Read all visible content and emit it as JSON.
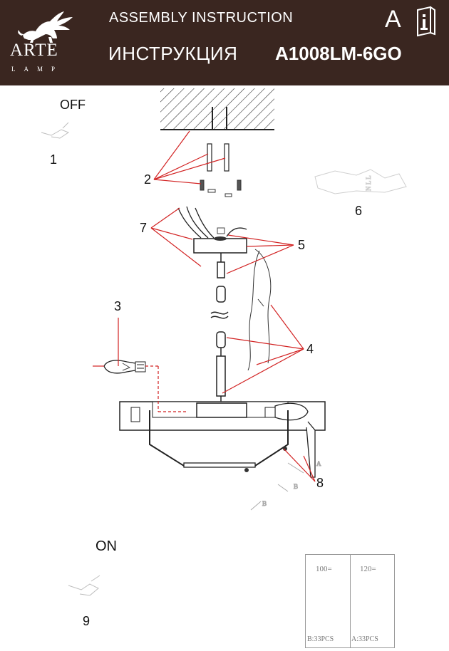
{
  "header": {
    "brand_name": "ARTE",
    "brand_sub": "LAMP",
    "title_en": "ASSEMBLY INSTRUCTION",
    "title_ru": "ИНСТРУКЦИЯ",
    "model": "A1008LM-6GO",
    "lang_letter": "A",
    "colors": {
      "background": "#3a2620",
      "text": "#ffffff"
    },
    "icons": [
      "griffin-logo",
      "info-book-icon"
    ]
  },
  "steps": {
    "off_label": "OFF",
    "on_label": "ON",
    "callouts": [
      "1",
      "2",
      "3",
      "4",
      "5",
      "6",
      "7",
      "8",
      "9"
    ]
  },
  "crystals": {
    "left": {
      "size": "100=",
      "letter": "B",
      "qty": "B:33PCS"
    },
    "right": {
      "size": "120=",
      "letter": "A",
      "qty": "A:33PCS"
    }
  },
  "colors": {
    "leader_lines": "#d22222",
    "drawing": "#222222"
  }
}
